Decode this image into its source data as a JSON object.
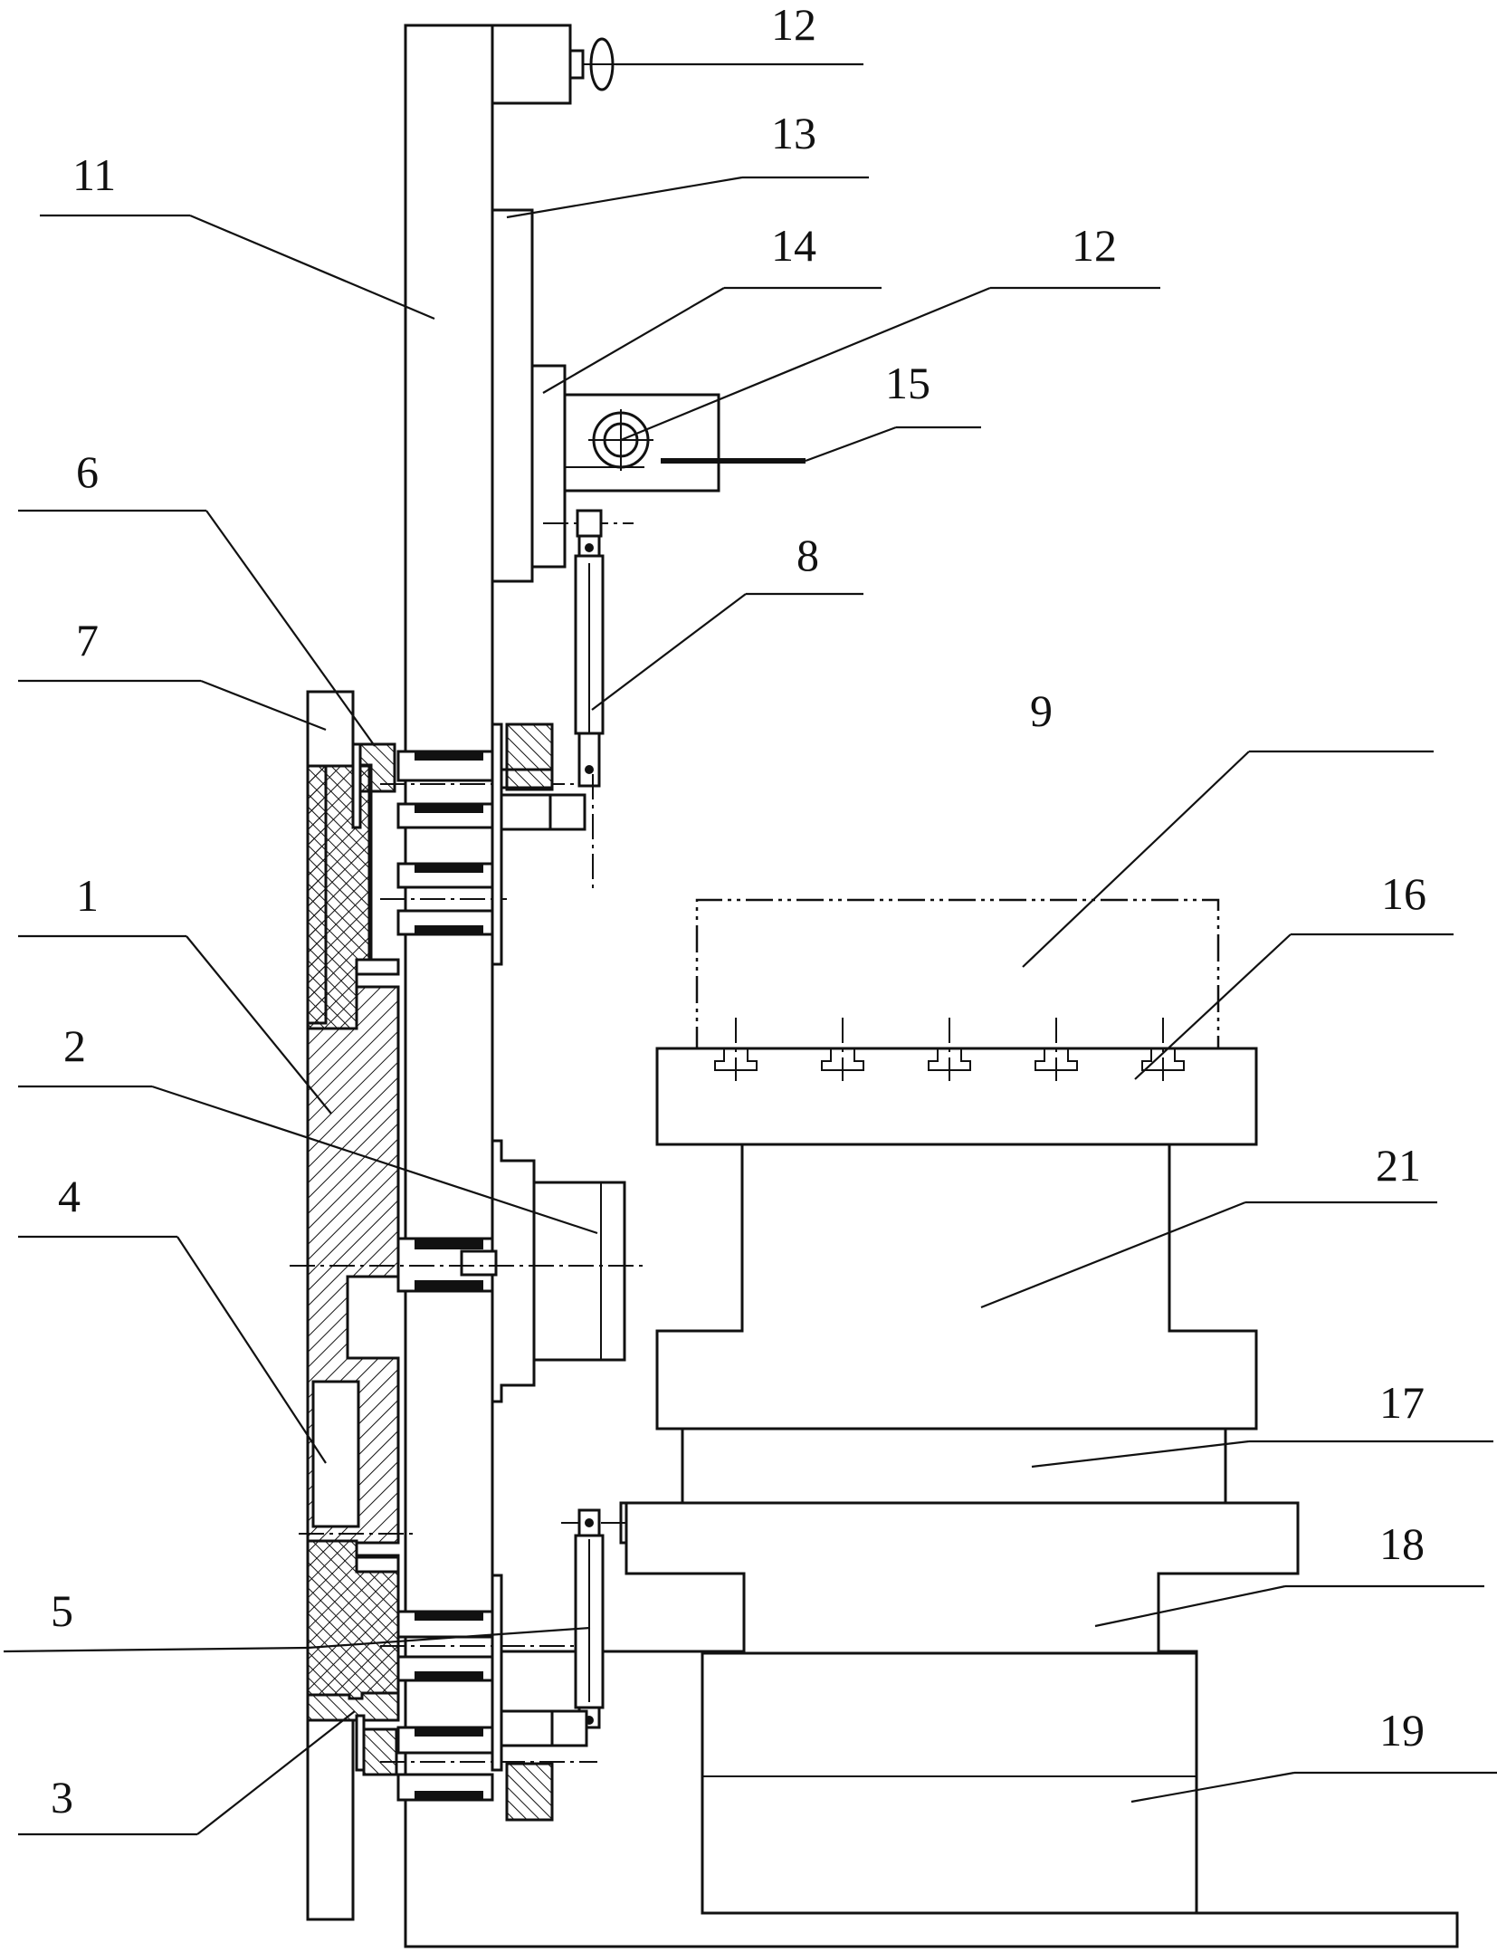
{
  "labels": {
    "l12a": "12",
    "l13": "13",
    "l11": "11",
    "l14": "14",
    "l12b": "12",
    "l15": "15",
    "l6": "6",
    "l8": "8",
    "l7": "7",
    "l9": "9",
    "l1": "1",
    "l16": "16",
    "l2": "2",
    "l21": "21",
    "l4": "4",
    "l17": "17",
    "l18": "18",
    "l5": "5",
    "l19": "19",
    "l3": "3"
  },
  "colors": {
    "line": "#111111",
    "background": "#ffffff"
  }
}
